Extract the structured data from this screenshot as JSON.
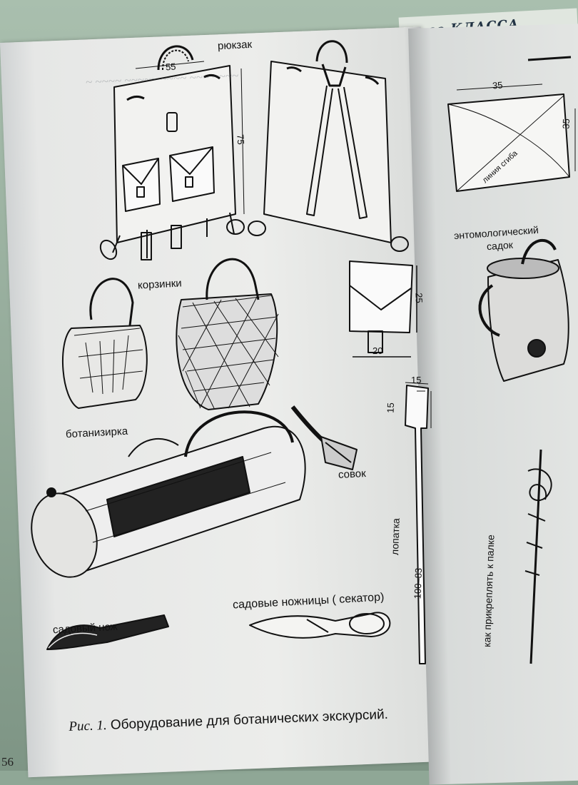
{
  "header": {
    "right_text": "го КЛАССА"
  },
  "labels": {
    "ryukzak": "рюкзак",
    "korzinki": "корзинки",
    "botanizirka": "ботанизирка",
    "sovok": "совок",
    "lopatka": "лопатка",
    "nozhnitsy": "садовые ножницы ( секатор)",
    "nozh": "садовый нож",
    "sadok": "энтомологический садок",
    "sadok_line1": "энтомологический",
    "sadok_line2": "садок",
    "liniya": "линия сгиба",
    "palka": "как прикреплять к палке"
  },
  "dimensions": {
    "backpack_width": "55",
    "backpack_height": "75",
    "pocket_height": "25",
    "pocket_width": "20",
    "spade_top": "15",
    "spade_side": "15",
    "spade_length": "100–83",
    "net_width": "35",
    "net_height": "35"
  },
  "caption": {
    "prefix": "Рис. 1.",
    "text": " Оборудование для ботанических экскурсий."
  },
  "page_number": "56",
  "colors": {
    "ink": "#111111",
    "paper": "#ecedeb",
    "desk": "#8fa796"
  }
}
